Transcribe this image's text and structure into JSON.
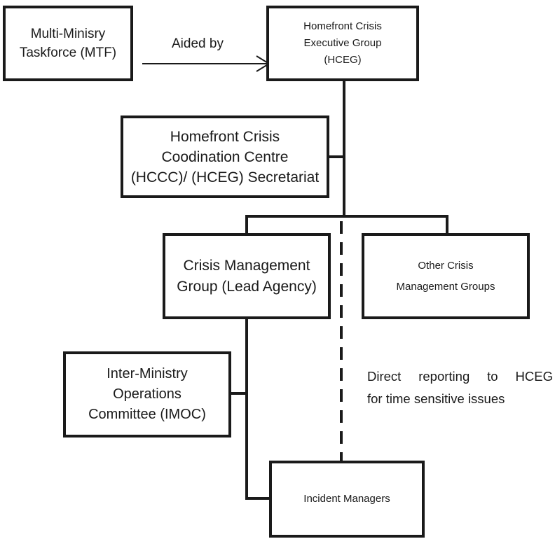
{
  "diagram": {
    "nodes": {
      "mtf": {
        "label": "Multi-Minisry\nTaskforce (MTF)"
      },
      "hceg": {
        "label": "Homefront Crisis\nExecutive Group\n(HCEG)"
      },
      "hccc": {
        "label": "Homefront Crisis\nCoodination Centre\n(HCCC)/ (HCEG) Secretariat"
      },
      "cmg": {
        "label": "Crisis Management\nGroup (Lead Agency)"
      },
      "ocmg": {
        "label": "Other Crisis\nManagement Groups"
      },
      "imoc": {
        "label": "Inter-Ministry\nOperations\nCommittee (IMOC)"
      },
      "im": {
        "label": "Incident Managers"
      }
    },
    "edges": {
      "aided_by": {
        "from": "mtf",
        "to": "hceg",
        "label": "Aided by",
        "style": "arrow"
      },
      "direct_reporting": {
        "from": "im",
        "to": "hceg",
        "style": "dashed",
        "label_line1_words": [
          "Direct",
          "reporting",
          "to",
          "HCEG"
        ],
        "label_line2": "for time sensitive issues"
      }
    },
    "colors": {
      "stroke": "#1a1a1a",
      "background": "#ffffff"
    }
  }
}
